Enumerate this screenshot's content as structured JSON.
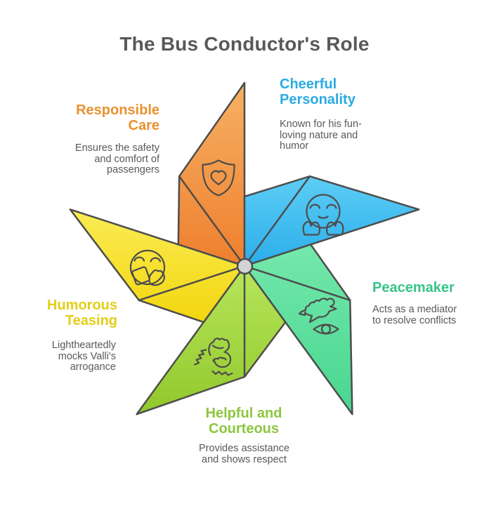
{
  "title": {
    "text": "The Bus Conductor's Role",
    "color": "#58595B"
  },
  "stroke_color": "#4D4D4D",
  "body_text_color": "#58595B",
  "center_hub": {
    "fill": "#D2D3D5",
    "stroke": "#4D4D4D"
  },
  "blades": [
    {
      "id": "responsible",
      "heading": "Responsible Care",
      "description": "Ensures the safety and comfort of passengers",
      "heading_color": "#E9912F",
      "gradient_top": "#F7B164",
      "gradient_bottom": "#EE7F2E",
      "icon": "shield-heart"
    },
    {
      "id": "cheerful",
      "heading": "Cheerful Personality",
      "description": "Known for his fun-loving nature and humor",
      "heading_color": "#29ABE2",
      "gradient_top": "#5DCEF5",
      "gradient_bottom": "#2BADEA",
      "icon": "smiling-face-with-hands"
    },
    {
      "id": "peacemaker",
      "heading": "Peacemaker",
      "description": "Acts as a mediator to resolve conflicts",
      "heading_color": "#37C487",
      "gradient_top": "#74E8AB",
      "gradient_bottom": "#48D690",
      "icon": "dove-with-eye"
    },
    {
      "id": "helpful",
      "heading": "Helpful and Courteous",
      "description": "Provides assistance and shows respect",
      "heading_color": "#8CC63F",
      "gradient_top": "#B7E65C",
      "gradient_bottom": "#92C82B",
      "icon": "clasped-hands"
    },
    {
      "id": "humorous",
      "heading": "Humorous Teasing",
      "description": "Lightheartedly mocks Valli's arrogance",
      "heading_color": "#E3CE17",
      "gradient_top": "#FAEC55",
      "gradient_bottom": "#F3D60E",
      "icon": "giggling-face"
    }
  ]
}
